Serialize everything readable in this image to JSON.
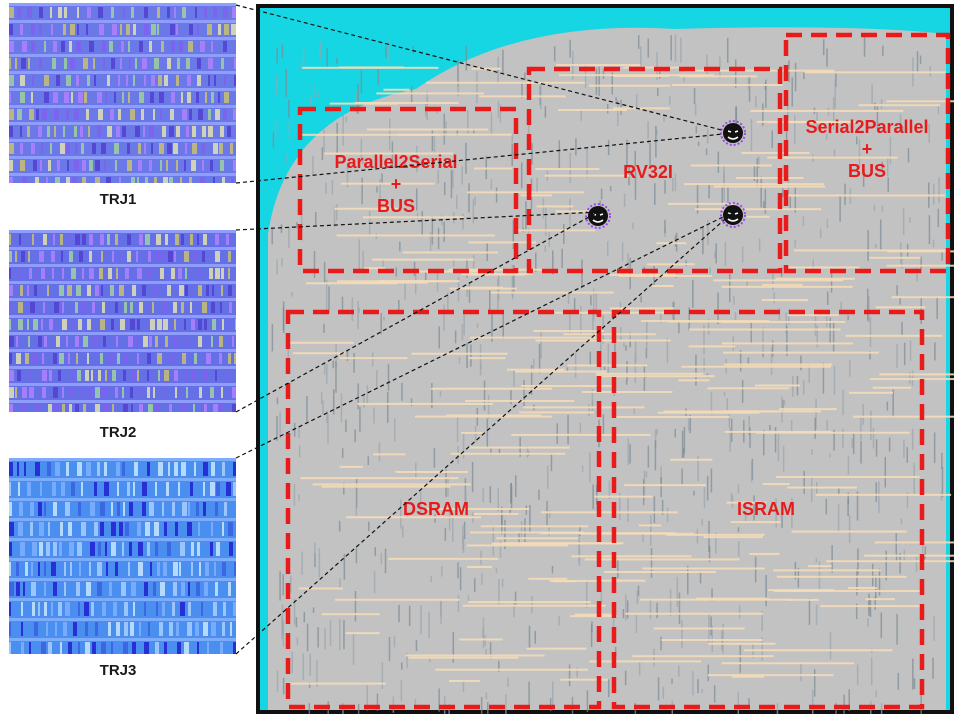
{
  "colors": {
    "block_outline": "#e81a1a",
    "chip_fill": "#c6c6c6",
    "chip_background": "#16d4e0",
    "thumb_violet": "#7c62e0",
    "thumb_blue": "#3f7ee8"
  },
  "thumbnails": [
    {
      "label": "TRJ1",
      "style": "violet"
    },
    {
      "label": "TRJ2",
      "style": "violet-dense"
    },
    {
      "label": "TRJ3",
      "style": "blue"
    }
  ],
  "blocks": {
    "p2s": {
      "line1": "Parallel2Serial",
      "line2": "+",
      "line3": "BUS"
    },
    "rv": {
      "label": "RV32I"
    },
    "s2p": {
      "line1": "Serial2Parallel",
      "line2": "+",
      "line3": "BUS"
    },
    "dsram": {
      "label": "DSRAM"
    },
    "isram": {
      "label": "ISRAM"
    }
  },
  "trojan_icon": "devil-face-icon"
}
